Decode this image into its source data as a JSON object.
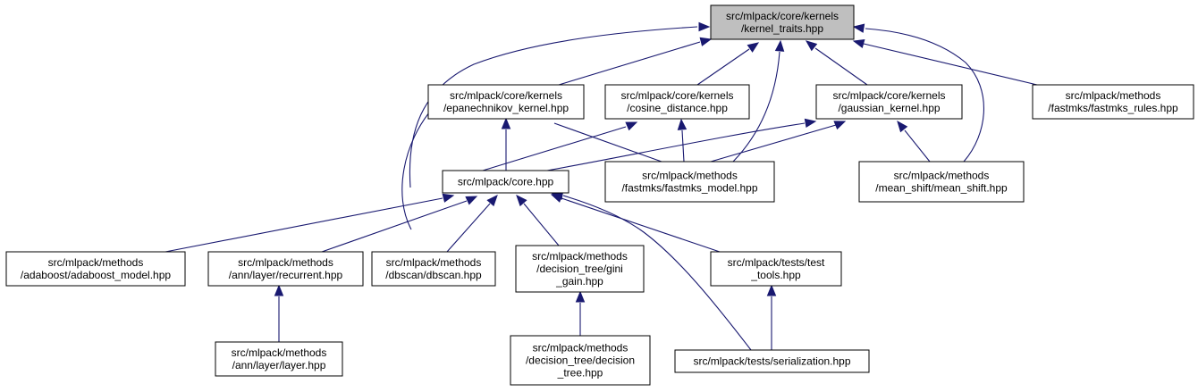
{
  "colors": {
    "edge": "#191970",
    "root_fill": "#bfbfbf",
    "node_fill": "#ffffff",
    "node_stroke": "#000000"
  },
  "nodes": {
    "kernel_traits": [
      "src/mlpack/core/kernels",
      "/kernel_traits.hpp"
    ],
    "epanechnikov": [
      "src/mlpack/core/kernels",
      "/epanechnikov_kernel.hpp"
    ],
    "cosine": [
      "src/mlpack/core/kernels",
      "/cosine_distance.hpp"
    ],
    "gaussian": [
      "src/mlpack/core/kernels",
      "/gaussian_kernel.hpp"
    ],
    "fastmks_rules": [
      "src/mlpack/methods",
      "/fastmks/fastmks_rules.hpp"
    ],
    "core": [
      "src/mlpack/core.hpp"
    ],
    "fastmks_model": [
      "src/mlpack/methods",
      "/fastmks/fastmks_model.hpp"
    ],
    "mean_shift": [
      "src/mlpack/methods",
      "/mean_shift/mean_shift.hpp"
    ],
    "adaboost": [
      "src/mlpack/methods",
      "/adaboost/adaboost_model.hpp"
    ],
    "recurrent": [
      "src/mlpack/methods",
      "/ann/layer/recurrent.hpp"
    ],
    "dbscan": [
      "src/mlpack/methods",
      "/dbscan/dbscan.hpp"
    ],
    "gini_gain": [
      "src/mlpack/methods",
      "/decision_tree/gini",
      "_gain.hpp"
    ],
    "test_tools": [
      "src/mlpack/tests/test",
      "_tools.hpp"
    ],
    "layer": [
      "src/mlpack/methods",
      "/ann/layer/layer.hpp"
    ],
    "decision_tree": [
      "src/mlpack/methods",
      "/decision_tree/decision",
      "_tree.hpp"
    ],
    "serialization": [
      "src/mlpack/tests/serialization.hpp"
    ]
  }
}
